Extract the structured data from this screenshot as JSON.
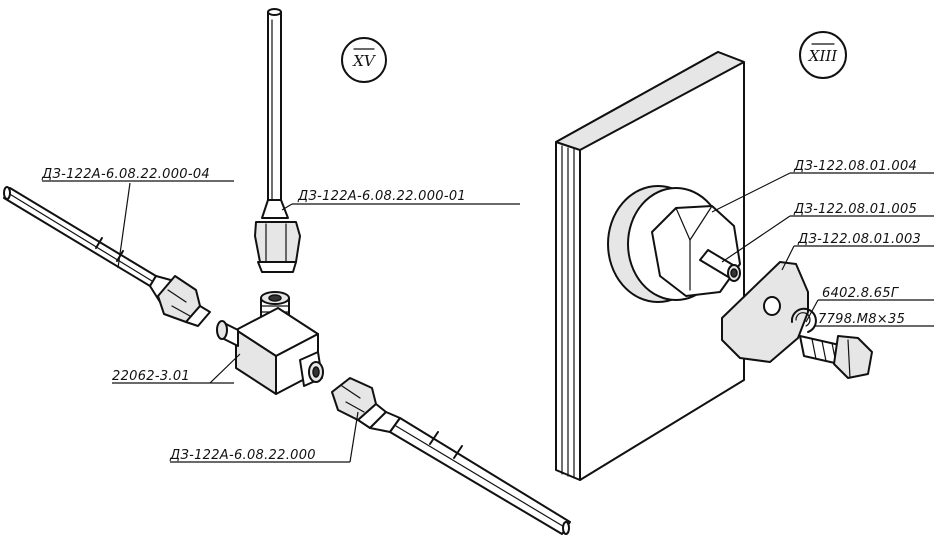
{
  "section_markers": {
    "left": "XV",
    "right": "XIII"
  },
  "labels": {
    "rod_left": "ДЗ-122А-6.08.22.000-04",
    "rod_top": "ДЗ-122А-6.08.22.000-01",
    "tee": "22062-3.01",
    "rod_bottom": "ДЗ-122А-6.08.22.000",
    "disk": "ДЗ-122.08.01.004",
    "pin": "ДЗ-122.08.01.005",
    "plate": "ДЗ-122.08.01.003",
    "washer": "6402.8.65Г",
    "bolt": "7798.М8×35"
  }
}
